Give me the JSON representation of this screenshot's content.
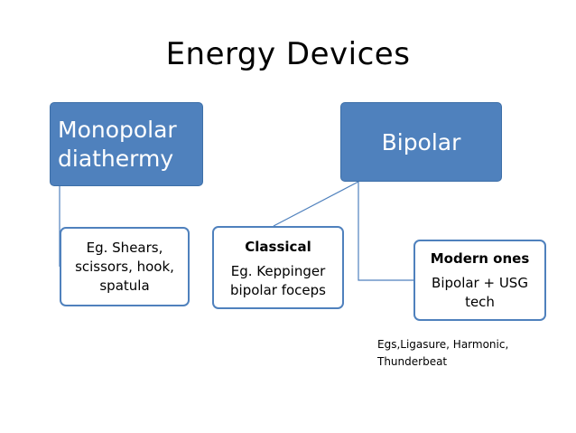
{
  "title": "Energy Devices",
  "nodes": {
    "monopolar": {
      "label_line1": "Monopolar",
      "label_line2": "diathermy"
    },
    "bipolar": {
      "label": "Bipolar"
    },
    "monopolar_examples": {
      "text": "Eg. Shears, scissors, hook, spatula"
    },
    "classical": {
      "heading": "Classical",
      "text": "Eg. Keppinger bipolar foceps"
    },
    "modern": {
      "heading": "Modern ones",
      "text": "Bipolar + USG tech"
    }
  },
  "note": {
    "line1": "Egs,Ligasure, Harmonic,",
    "line2": "Thunderbeat"
  },
  "colors": {
    "primary_fill": "#4f81bd",
    "connector": "#4f81bd"
  }
}
